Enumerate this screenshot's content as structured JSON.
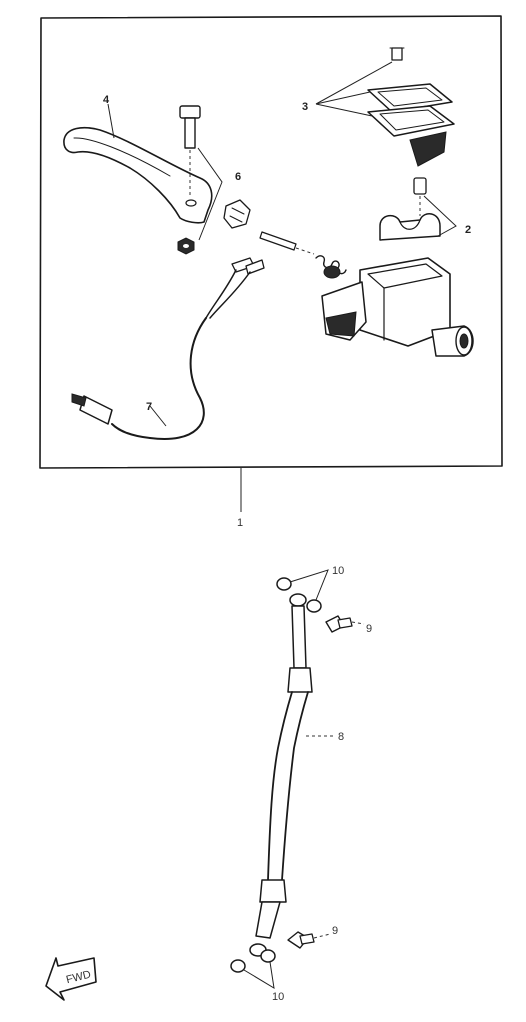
{
  "diagram": {
    "callouts": {
      "c1": "1",
      "c2": "2",
      "c3": "3",
      "c4": "4",
      "c6": "6",
      "c7": "7",
      "c8": "8",
      "c9a": "9",
      "c9b": "9",
      "c10a": "10",
      "c10b": "10"
    },
    "fwd_badge": "FWD"
  }
}
